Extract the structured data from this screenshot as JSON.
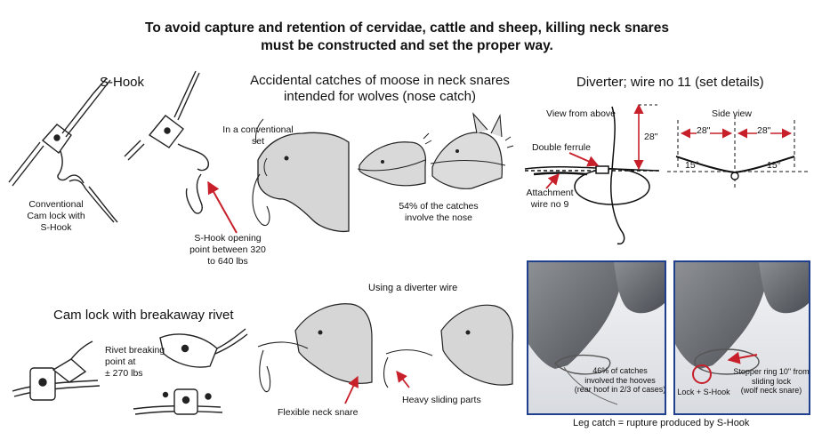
{
  "title": {
    "line1": "To avoid capture and retention of cervidae, cattle and sheep, killing neck snares",
    "line2": "must be constructed and set the proper way."
  },
  "s_hook": {
    "heading": "S-Hook",
    "conventional": [
      "Conventional",
      "Cam lock with",
      "S-Hook"
    ],
    "opening": [
      "S-Hook opening",
      "point between 320",
      "to 640 lbs"
    ]
  },
  "moose": {
    "heading": [
      "Accidental catches of moose in neck snares",
      "intended for wolves (nose catch)"
    ],
    "conventional_set": [
      "In a conventional",
      "set"
    ],
    "nose_pct": [
      "54% of the catches",
      "involve the nose"
    ]
  },
  "diverter": {
    "heading": "Diverter; wire no 11 (set details)",
    "view_above": "View from above",
    "side_view": "Side view",
    "double_ferrule": "Double ferrule",
    "attachment": [
      "Attachment",
      "wire no 9"
    ],
    "dim_28_vertical": "28\"",
    "dim_28_left": "28\"",
    "dim_28_right": "28\"",
    "angle_left": "15°",
    "angle_right": "15°"
  },
  "cam_lock": {
    "heading": "Cam lock with breakaway rivet",
    "rivet": [
      "Rivet breaking",
      "point at",
      "± 270 lbs"
    ]
  },
  "diverter_use": {
    "heading": "Using a diverter wire",
    "flexible": "Flexible neck snare",
    "heavy": "Heavy sliding parts"
  },
  "leg_catch": {
    "hooves": [
      "46% of catches",
      "involved the hooves",
      "(rear hoof in 2/3 of cases)"
    ],
    "lock_hook": "Lock + S-Hook",
    "stopper": [
      "Stopper ring 10\" from",
      "sliding lock",
      "(wolf neck snare)"
    ],
    "caption": "Leg catch = rupture produced by S-Hook"
  },
  "colors": {
    "arrow_red": "#c8202a",
    "photo_border": "#1f3f8f"
  }
}
